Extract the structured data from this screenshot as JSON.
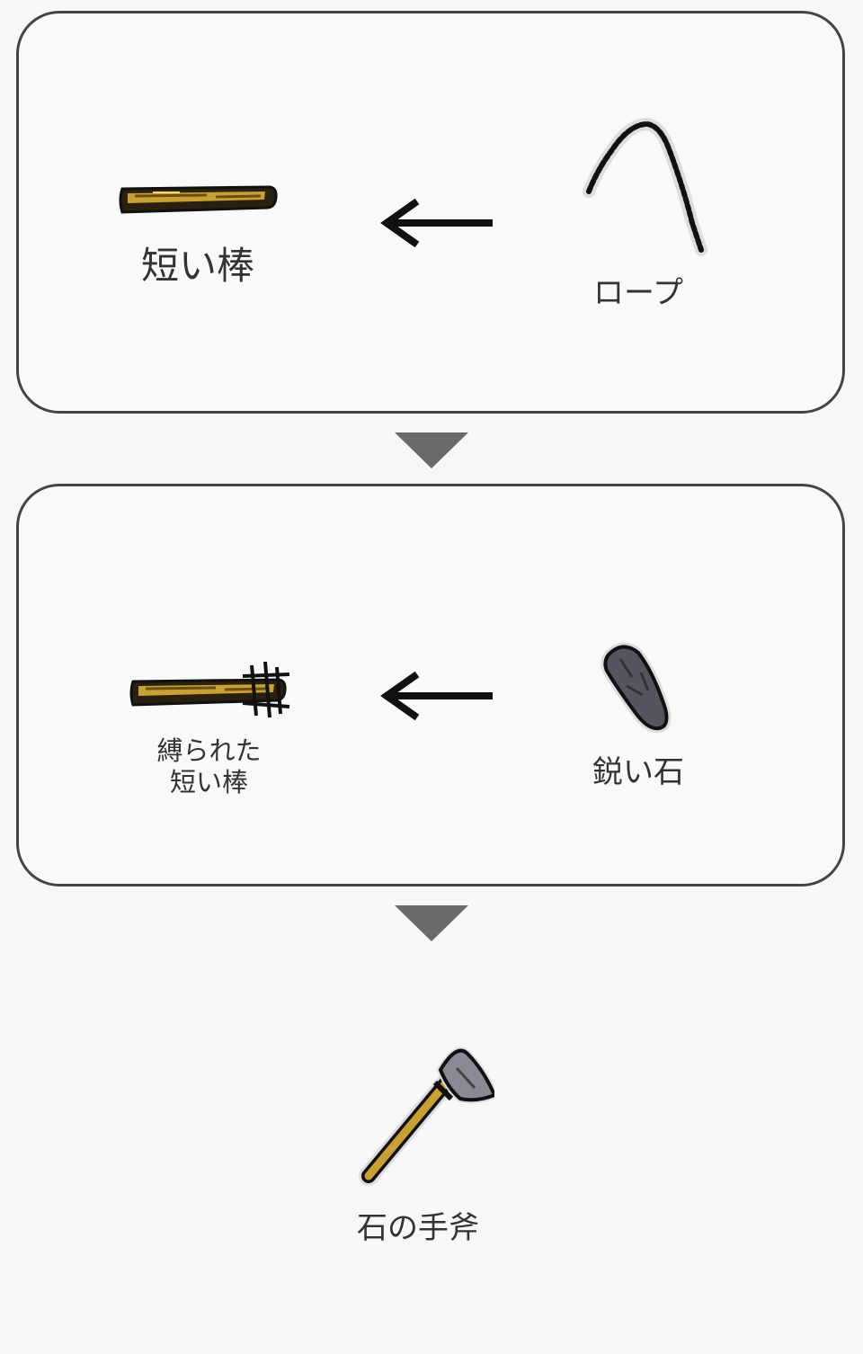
{
  "recipe": {
    "step1": {
      "result": {
        "label": "短い棒",
        "icon": "short-stick-icon"
      },
      "ingredient": {
        "label": "ロープ",
        "icon": "rope-icon"
      }
    },
    "step2": {
      "result": {
        "label_line1": "縛られた",
        "label_line2": "短い棒",
        "icon": "bound-short-stick-icon"
      },
      "ingredient": {
        "label": "鋭い石",
        "icon": "sharp-stone-icon"
      }
    },
    "final": {
      "label": "石の手斧",
      "icon": "stone-hand-axe-icon"
    }
  },
  "colors": {
    "border": "#444444",
    "down_arrow": "#6a6a6a",
    "wood": "#c9a033",
    "stone": "#55555f"
  }
}
